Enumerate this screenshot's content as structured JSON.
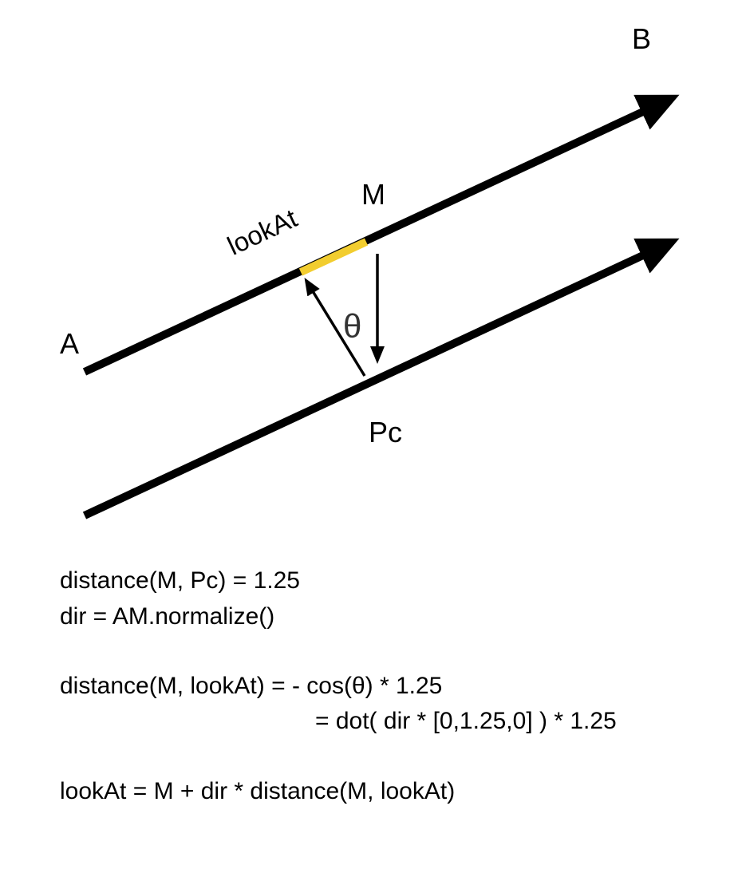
{
  "colors": {
    "background": "#ffffff",
    "line": "#000000",
    "highlight": "#f2cd2f",
    "theta": "#333333"
  },
  "labels": {
    "a": "A",
    "b": "B",
    "m": "M",
    "pc": "Pc",
    "look_at": "lookAt",
    "theta": "θ"
  },
  "formulas": {
    "distance_m_pc": "distance(M, Pc) = 1.25",
    "dir": "dir = AM.normalize()",
    "distance_m_lookat": "distance(M, lookAt) = - cos(θ) * 1.25",
    "distance_m_lookat_dot": "= dot( dir * [0,1.25,0] ) * 1.25",
    "lookat_result": "lookAt = M + dir * distance(M, lookAt)"
  }
}
